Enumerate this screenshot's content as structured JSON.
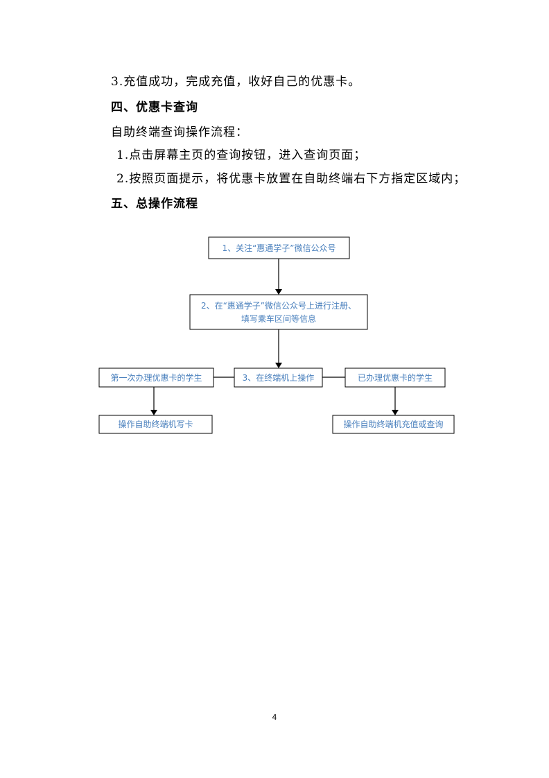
{
  "body": {
    "line1": "3.充值成功，完成充值，收好自己的优惠卡。",
    "heading4": "四、优惠卡查询",
    "line2": "自助终端查询操作流程：",
    "line3": "1.点击屏幕主页的查询按钮，进入查询页面；",
    "line4": "2.按照页面提示，将优惠卡放置在自助终端右下方指定区域内；",
    "heading5": "五、总操作流程"
  },
  "flowchart": {
    "step1": "1、关注“惠通学子”微信公众号",
    "step2_line1": "2、在“惠通学子”微信公众号上进行注册、",
    "step2_line2": "填写乘车区间等信息",
    "step3": "3、在终端机上操作",
    "left_branch": "第一次办理优惠卡的学生",
    "left_result": "操作自助终端机写卡",
    "right_branch": "已办理优惠卡的学生",
    "right_result": "操作自助终端机充值或查询"
  },
  "footer": {
    "page_number": "4"
  }
}
